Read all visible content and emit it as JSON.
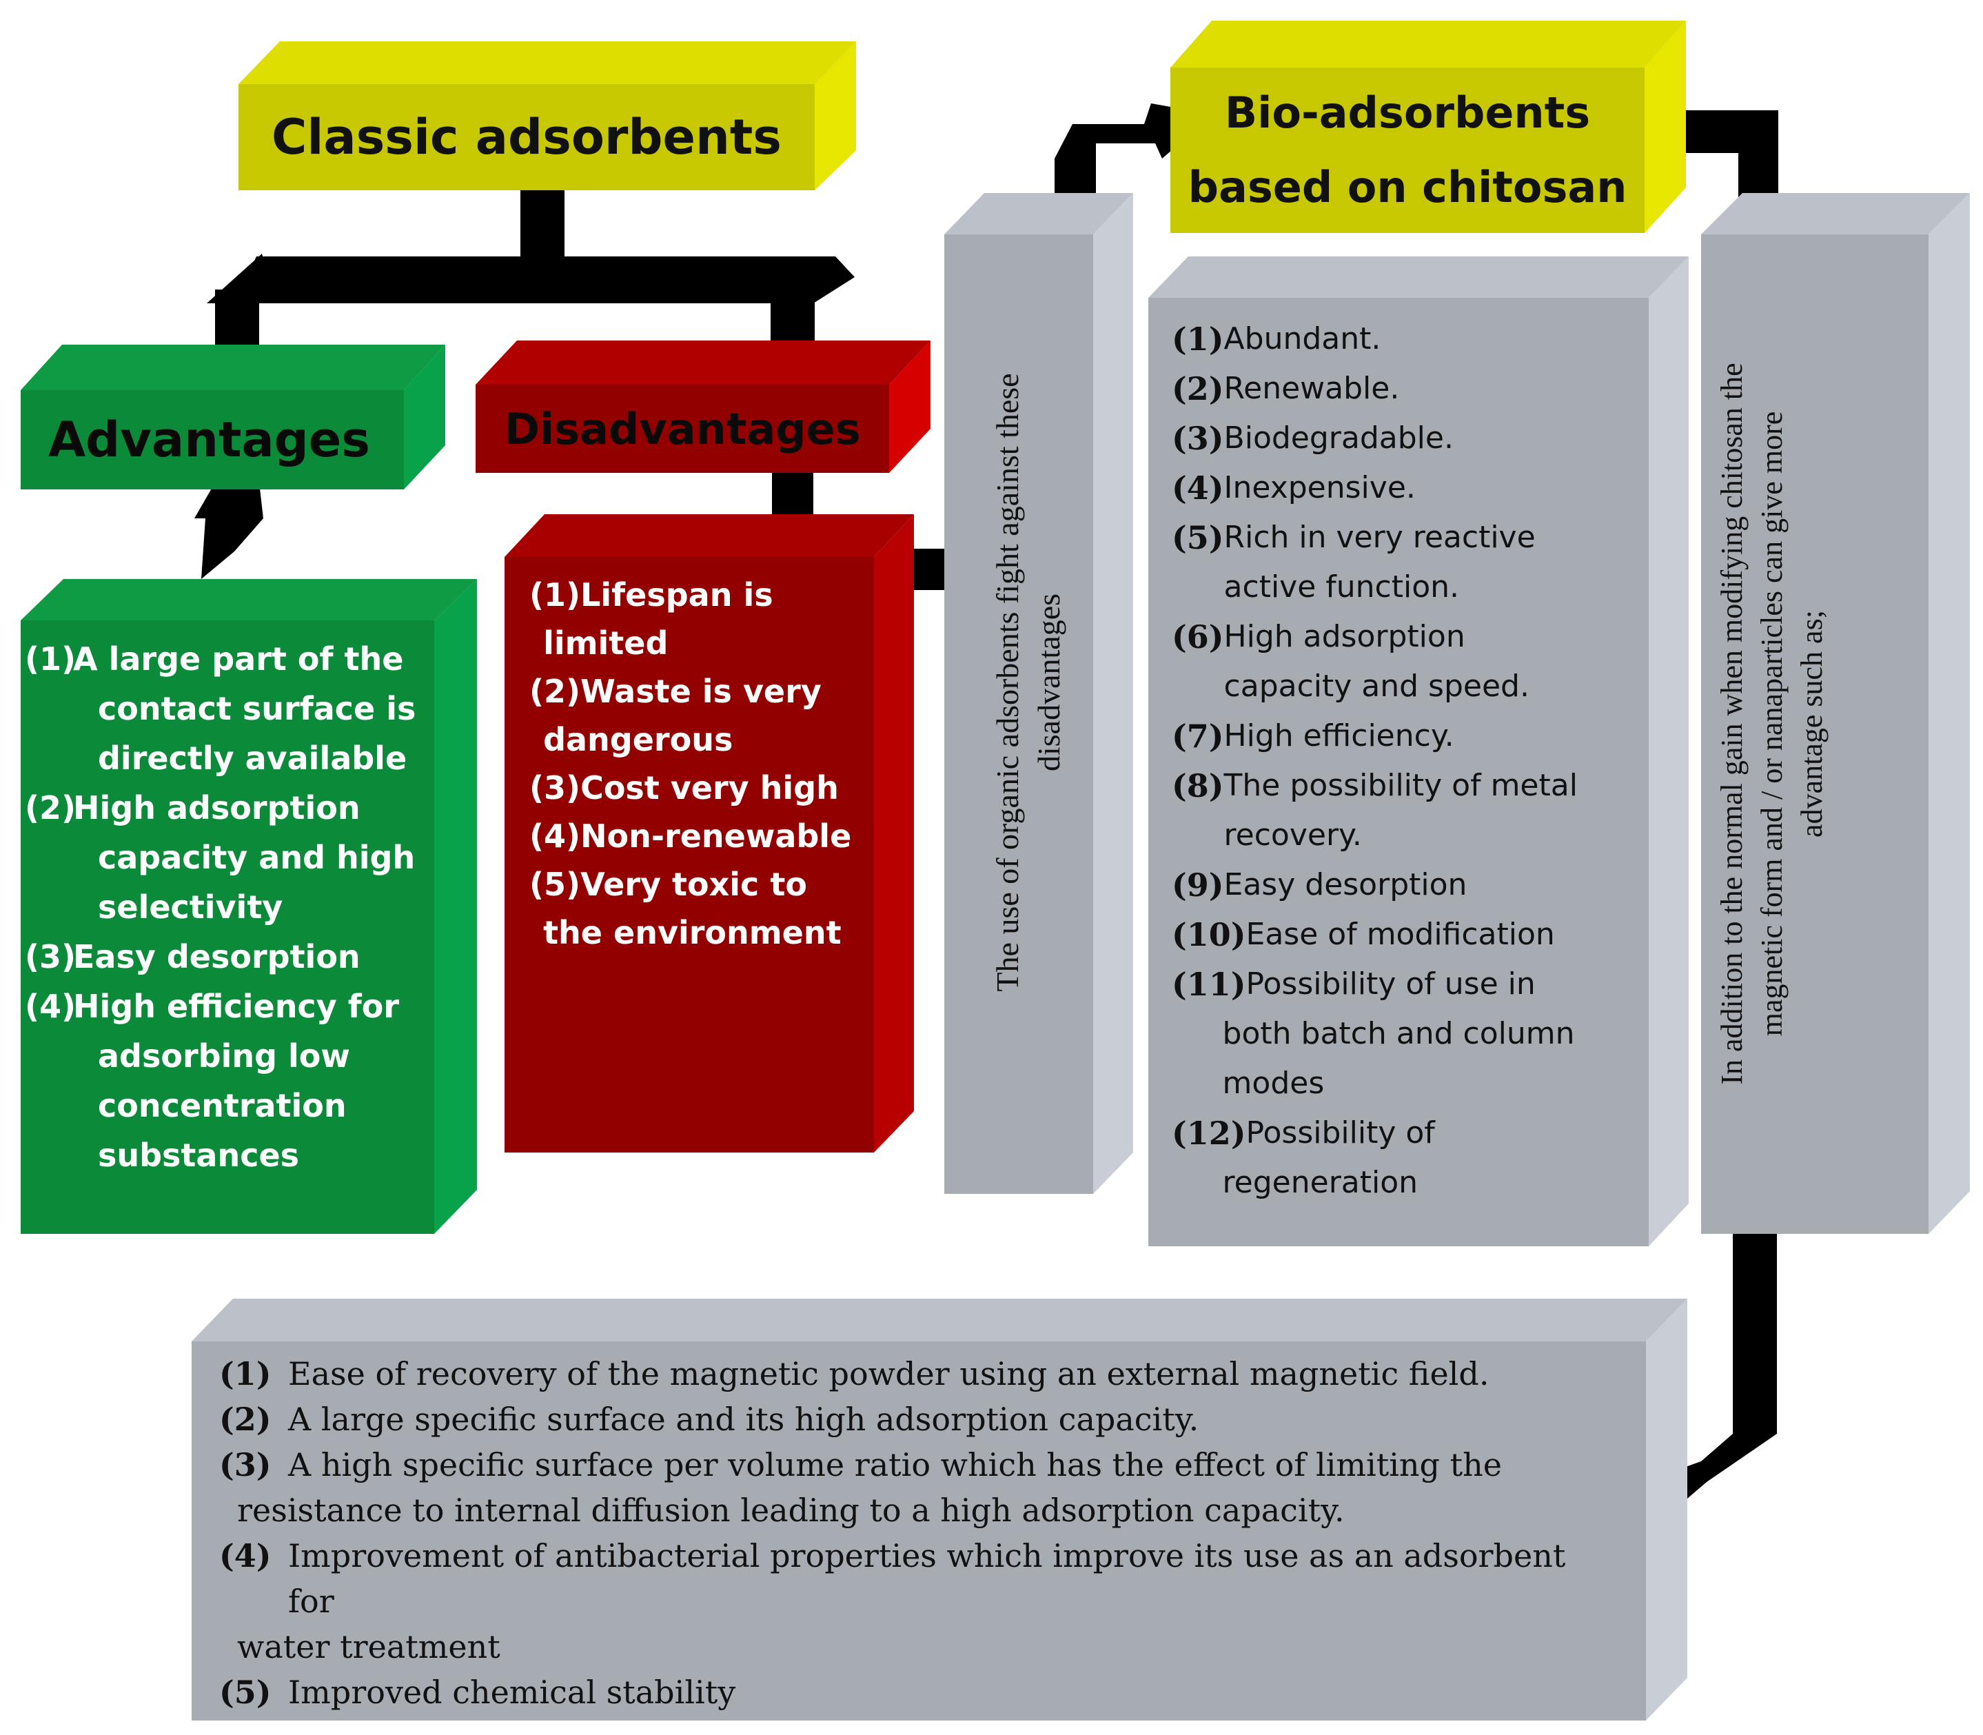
{
  "colors": {
    "yellow_front": "#c8c800",
    "yellow_top": "#dede00",
    "yellow_side": "#e6e600",
    "green_front": "#0b8a3a",
    "green_top": "#0f9a44",
    "green_side": "#08a24a",
    "red_front": "#920000",
    "red_top": "#b00000",
    "red_side": "#d60000",
    "gray_front": "#a7abb2",
    "gray_top": "#bcc1c9",
    "gray_side": "#c9ced6",
    "arrow": "#000000"
  },
  "classic": {
    "title": "Classic adsorbents"
  },
  "bio": {
    "title_line1": "Bio-adsorbents",
    "title_line2": "based on chitosan"
  },
  "advantages": {
    "title": "Advantages",
    "items": [
      {
        "num": "(1)",
        "lines": [
          "A large part of the",
          "contact surface is",
          "directly available"
        ]
      },
      {
        "num": "(2)",
        "lines": [
          "High adsorption",
          "capacity and high",
          "selectivity"
        ]
      },
      {
        "num": "(3)",
        "lines": [
          "Easy desorption"
        ]
      },
      {
        "num": "(4)",
        "lines": [
          "High efficiency for",
          "adsorbing low",
          "concentration",
          "substances"
        ]
      }
    ]
  },
  "disadvantages": {
    "title": "Disadvantages",
    "items": [
      {
        "num": "(1)",
        "lines": [
          "Lifespan is",
          "limited"
        ]
      },
      {
        "num": "(2)",
        "lines": [
          "Waste is very",
          "dangerous"
        ]
      },
      {
        "num": "(3)",
        "lines": [
          "Cost very high"
        ]
      },
      {
        "num": "(4)",
        "lines": [
          "Non-renewable"
        ]
      },
      {
        "num": "(5)",
        "lines": [
          "Very toxic to",
          "the environment"
        ]
      }
    ]
  },
  "organic_note": {
    "line1": "The use of organic adsorbents fight against these",
    "line2": "disadvantages"
  },
  "chitosan": {
    "items": [
      {
        "num": "(1)",
        "lines": [
          "Abundant."
        ]
      },
      {
        "num": "(2)",
        "lines": [
          "Renewable."
        ]
      },
      {
        "num": "(3)",
        "lines": [
          "Biodegradable."
        ]
      },
      {
        "num": "(4)",
        "lines": [
          "Inexpensive."
        ]
      },
      {
        "num": "(5)",
        "lines": [
          "Rich in very reactive",
          "active function."
        ]
      },
      {
        "num": "(6)",
        "lines": [
          "High adsorption",
          "capacity and speed."
        ]
      },
      {
        "num": "(7)",
        "lines": [
          "High efficiency."
        ]
      },
      {
        "num": "(8)",
        "lines": [
          "The possibility of metal",
          "recovery."
        ]
      },
      {
        "num": "(9)",
        "lines": [
          "Easy desorption"
        ]
      },
      {
        "num": "(10)",
        "lines": [
          "Ease of modification"
        ]
      },
      {
        "num": "(11)",
        "lines": [
          "Possibility of use in",
          "both batch and column",
          "modes"
        ]
      },
      {
        "num": "(12)",
        "lines": [
          "Possibility of",
          "regeneration"
        ]
      }
    ]
  },
  "magnetic_note": {
    "line1": "In addition to the normal gain when modifying chitosan the",
    "line2": "magnetic form and / or nanaparticles can give more",
    "line3": "advantage such as;"
  },
  "bottom": {
    "items": [
      {
        "num": "(1)",
        "lines": [
          "Ease of recovery of the magnetic powder using an external magnetic field."
        ]
      },
      {
        "num": "(2)",
        "lines": [
          "A large specific surface and its high adsorption capacity."
        ]
      },
      {
        "num": "(3)",
        "lines": [
          "A high specific surface per volume ratio which has the effect of limiting the",
          "resistance to internal diffusion leading to a high adsorption capacity."
        ]
      },
      {
        "num": "(4)",
        "lines": [
          "Improvement of antibacterial properties which improve its use as an adsorbent for",
          "water treatment"
        ]
      },
      {
        "num": "(5)",
        "lines": [
          "Improved chemical stability"
        ]
      }
    ]
  }
}
